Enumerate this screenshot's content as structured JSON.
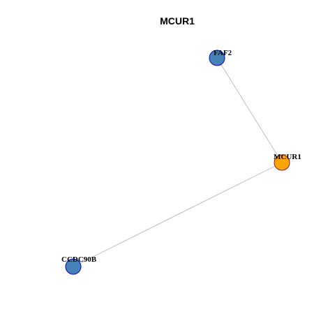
{
  "title": "MCUR1",
  "colors": {
    "center_fill": "#FFA500",
    "center_stroke": "#8B1A1A",
    "neighbor_fill": "#4682B4",
    "neighbor_stroke": "#0000CD",
    "edge": "#B0B0B0"
  },
  "nodes": [
    {
      "id": "MCUR1",
      "label": "MCUR1",
      "role": "center"
    },
    {
      "id": "FAF2",
      "label": "FAF2",
      "role": "neighbor"
    },
    {
      "id": "CCDC90B",
      "label": "CCDC90B",
      "role": "neighbor"
    }
  ],
  "edges": [
    {
      "source": "MCUR1",
      "target": "FAF2"
    },
    {
      "source": "MCUR1",
      "target": "CCDC90B"
    }
  ]
}
